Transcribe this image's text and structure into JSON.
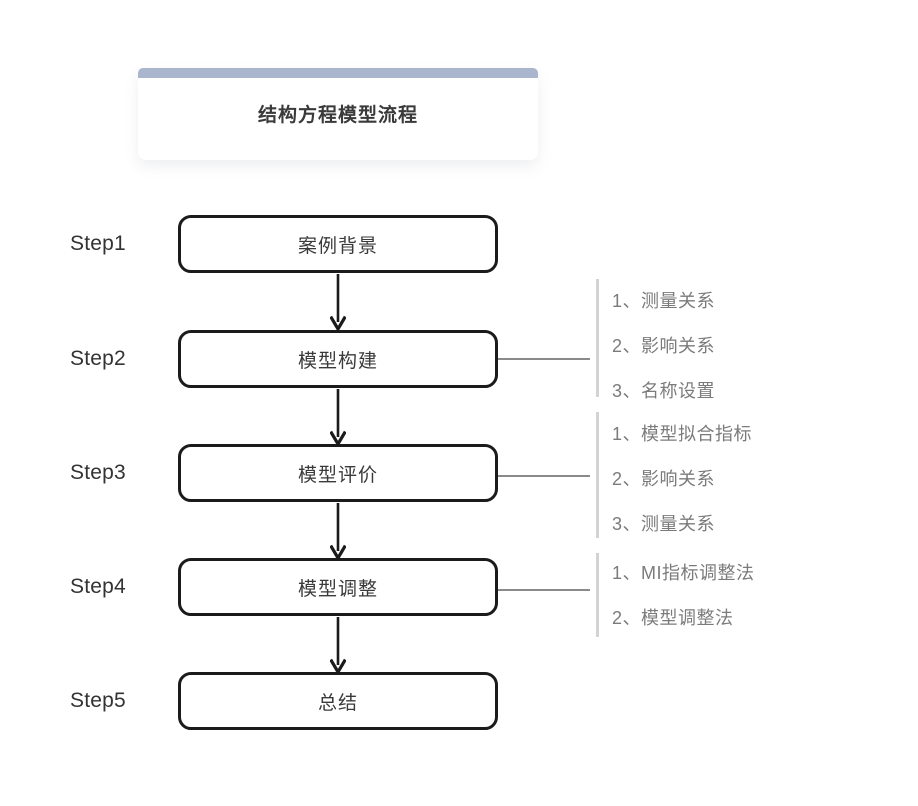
{
  "header": {
    "title": "结构方程模型流程",
    "accent_color": "#aab6cd"
  },
  "flow": {
    "steps": [
      {
        "label": "Step1",
        "box_text": "案例背景",
        "notes": []
      },
      {
        "label": "Step2",
        "box_text": "模型构建",
        "notes": [
          "1、测量关系",
          "2、影响关系",
          "3、名称设置"
        ]
      },
      {
        "label": "Step3",
        "box_text": "模型评价",
        "notes": [
          "1、模型拟合指标",
          "2、影响关系",
          "3、测量关系"
        ]
      },
      {
        "label": "Step4",
        "box_text": "模型调整",
        "notes": [
          "1、MI指标调整法",
          "2、模型调整法"
        ]
      },
      {
        "label": "Step5",
        "box_text": "总结",
        "notes": []
      }
    ],
    "box_border_color": "#1b1b1b",
    "connector_color": "#8a8a8a",
    "divider_color": "#d3d3d3",
    "note_text_color": "#7b7b7b"
  }
}
